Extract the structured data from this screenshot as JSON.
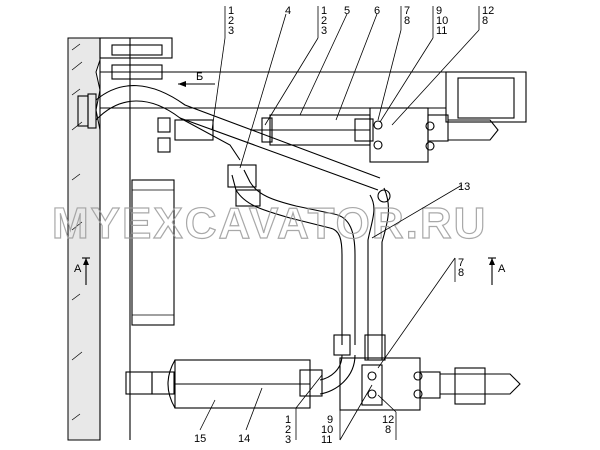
{
  "callouts": {
    "top_1": "1",
    "top_2": "2",
    "top_3": "3",
    "top_4": "4",
    "top_1b": "1",
    "top_2b": "2",
    "top_3b": "3",
    "top_5": "5",
    "top_6": "6",
    "top_7": "7",
    "top_8": "8",
    "top_9": "9",
    "top_10": "10",
    "top_11": "11",
    "top_12": "12",
    "top_8b": "8",
    "mid_13": "13",
    "right_7": "7",
    "right_8": "8",
    "bot_1": "1",
    "bot_2": "2",
    "bot_3": "3",
    "bot_9": "9",
    "bot_10": "10",
    "bot_11": "11",
    "bot_12": "12",
    "bot_8": "8",
    "bot_14": "14",
    "bot_15": "15"
  },
  "view_markers": {
    "arrow_b": "Б",
    "left_a": "A",
    "right_a": "A"
  },
  "watermark": "MYEXCAVATOR.RU"
}
